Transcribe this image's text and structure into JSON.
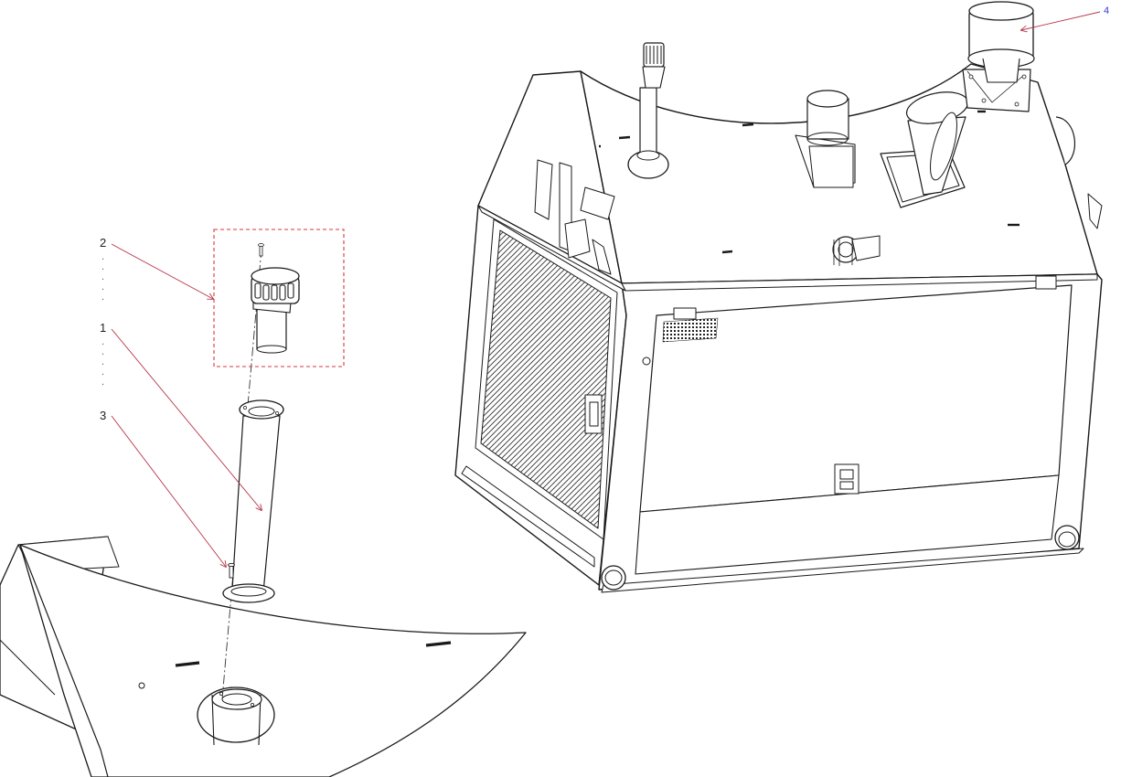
{
  "callouts": {
    "item1": "1",
    "item2": "2",
    "item3": "3",
    "item4": "4"
  },
  "leaders": {
    "dots_a": ". \n. \n. \n. \n. ",
    "dots_b": ". \n. \n. \n. \n. "
  },
  "colors": {
    "leader_red": "#b5364a",
    "callout_4": "#3a3ad6",
    "detail_box": "#d9363e",
    "linework": "#1a1a1a"
  }
}
